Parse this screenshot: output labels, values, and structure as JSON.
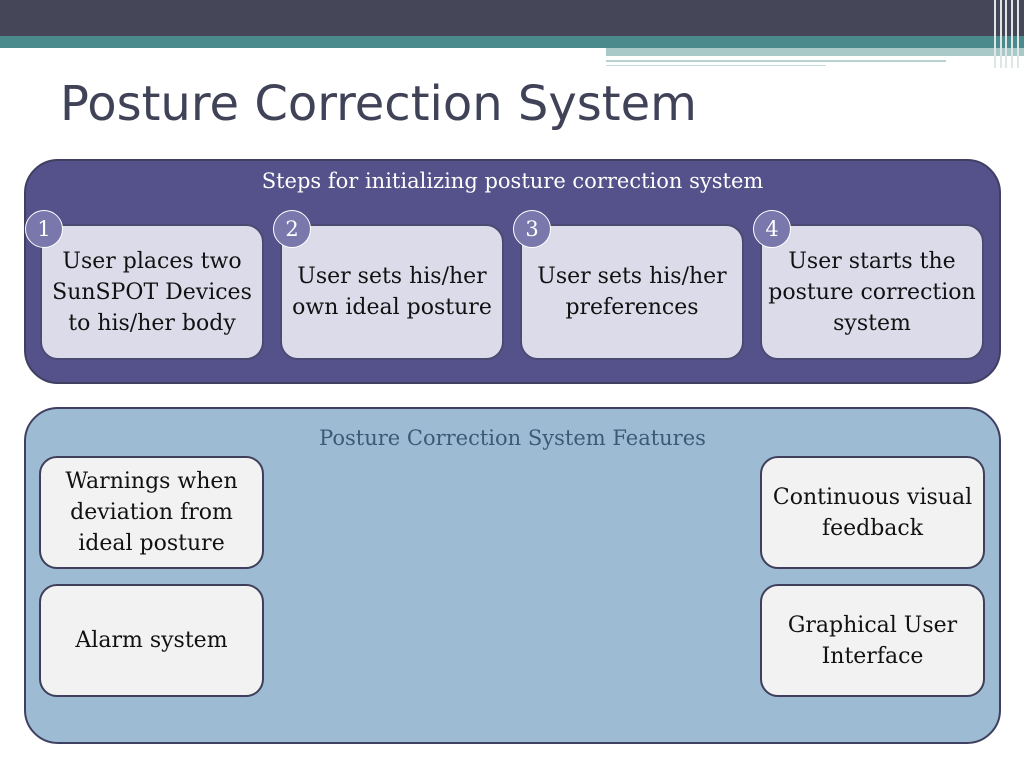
{
  "slide": {
    "title": "Posture Correction System"
  },
  "steps_panel": {
    "heading": "Steps for initializing posture correction system",
    "steps": [
      {
        "number": "1",
        "text": "User places two SunSPOT Devices to his/her body"
      },
      {
        "number": "2",
        "text": "User sets his/her own ideal posture"
      },
      {
        "number": "3",
        "text": "User sets his/her preferences"
      },
      {
        "number": "4",
        "text": "User starts the posture correction system"
      }
    ]
  },
  "features_panel": {
    "heading": "Posture Correction System Features",
    "features": [
      {
        "text": "Warnings when deviation from ideal posture"
      },
      {
        "text": "Alarm system"
      },
      {
        "text": "Continuous visual feedback"
      },
      {
        "text": "Graphical User Interface"
      }
    ]
  },
  "colors": {
    "banner_dark": "#454658",
    "banner_teal": "#4a8a8c",
    "steps_panel": "#55518a",
    "features_panel": "#9dbcd3",
    "badge": "#7a77ad"
  }
}
